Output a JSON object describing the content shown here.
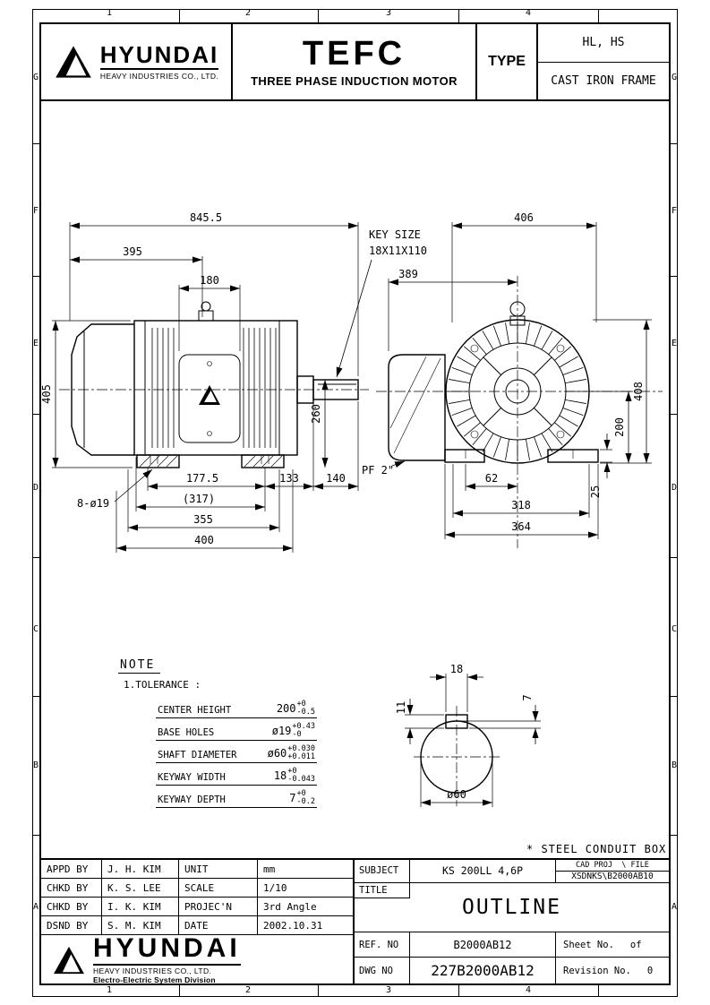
{
  "border": {
    "rows": [
      "G",
      "F",
      "E",
      "D",
      "C",
      "B",
      "A"
    ],
    "cols": [
      "1",
      "2",
      "3",
      "4"
    ]
  },
  "header": {
    "brand": "HYUNDAI",
    "brand_sub": "HEAVY INDUSTRIES CO., LTD.",
    "product": "TEFC",
    "product_sub": "THREE PHASE INDUCTION MOTOR",
    "type_label": "TYPE",
    "type_line1": "HL, HS",
    "type_line2": "CAST IRON FRAME"
  },
  "dims": {
    "side": {
      "overall": "845.5",
      "d395": "395",
      "d180": "180",
      "d405": "405",
      "holes": "8-ø19",
      "d177_5": "177.5",
      "d133": "133",
      "d140": "140",
      "d317": "(317)",
      "d355": "355",
      "d400": "400",
      "d260": "260"
    },
    "front": {
      "w406": "406",
      "w389": "389",
      "h408": "408",
      "h200": "200",
      "w62": "62",
      "h25": "25",
      "w318": "318",
      "w364": "364"
    },
    "shaft": {
      "w18": "18",
      "d7": "7",
      "d11": "11",
      "dia60": "ø60"
    }
  },
  "callouts": {
    "key_line1": "KEY SIZE",
    "key_line2": "18X11X110",
    "pf": "PF 2\"",
    "conduit": "* STEEL CONDUIT BOX"
  },
  "note": {
    "title": "NOTE",
    "heading": "1.TOLERANCE :",
    "rows": [
      {
        "label": "CENTER HEIGHT",
        "value": "200",
        "upper": "+0",
        "lower": "-0.5"
      },
      {
        "label": "BASE HOLES",
        "value": "ø19",
        "upper": "+0.43",
        "lower": "-0"
      },
      {
        "label": "SHAFT DIAMETER",
        "value": "ø60",
        "upper": "+0.030",
        "lower": "+0.011"
      },
      {
        "label": "KEYWAY WIDTH",
        "value": "18",
        "upper": "+0",
        "lower": "-0.043"
      },
      {
        "label": "KEYWAY DEPTH",
        "value": "7",
        "upper": "+0",
        "lower": "-0.2"
      }
    ]
  },
  "title_block": {
    "approvals": [
      {
        "role": "APPD BY",
        "name": "J. H. KIM"
      },
      {
        "role": "CHKD BY",
        "name": "K. S. LEE"
      },
      {
        "role": "CHKD BY",
        "name": "I. K. KIM"
      },
      {
        "role": "DSND BY",
        "name": "S. M. KIM"
      }
    ],
    "meta": [
      {
        "label": "UNIT",
        "value": "mm"
      },
      {
        "label": "SCALE",
        "value": "1/10"
      },
      {
        "label": "PROJEC'N",
        "value": "3rd Angle"
      },
      {
        "label": "DATE",
        "value": "2002.10.31"
      }
    ],
    "subject_label": "SUBJECT",
    "subject_value": "KS 200LL 4,6P",
    "cad_label": "CAD PROJ  \\ FILE",
    "cad_value": "XSDNKS\\B2000AB10",
    "title_label": "TITLE",
    "title_value": "OUTLINE",
    "ref_label": "REF. NO",
    "ref_value": "B2000AB12",
    "sheet_label": "Sheet No.",
    "sheet_of": "of",
    "dwg_label": "DWG NO",
    "dwg_value": "227B2000AB12",
    "rev_label": "Revision No.",
    "rev_value": "0",
    "brand": "HYUNDAI",
    "brand_sub": "HEAVY INDUSTRIES CO., LTD.",
    "brand_div": "Electro-Electric System Division"
  }
}
